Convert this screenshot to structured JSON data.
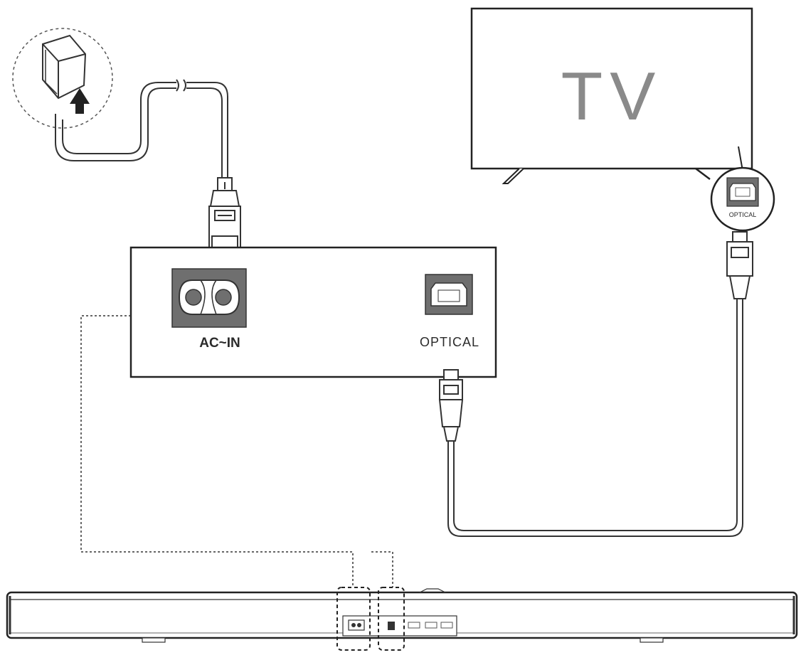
{
  "tv": {
    "label": "TV"
  },
  "panel": {
    "ac_in_label": "AC~IN",
    "optical_label": "OPTICAL"
  },
  "tv_port": {
    "optical_label": "OPTICAL"
  },
  "colors": {
    "line": "#333333",
    "port_fill": "#6f6f6f",
    "tv_text": "#8a8a8a",
    "background": "#ffffff"
  },
  "icons": {
    "wall_plug": "wall-plug-icon",
    "insert_arrow": "insert-arrow-icon",
    "power_connector": "iec-power-connector-icon",
    "optical_connector": "optical-toslink-connector-icon"
  }
}
